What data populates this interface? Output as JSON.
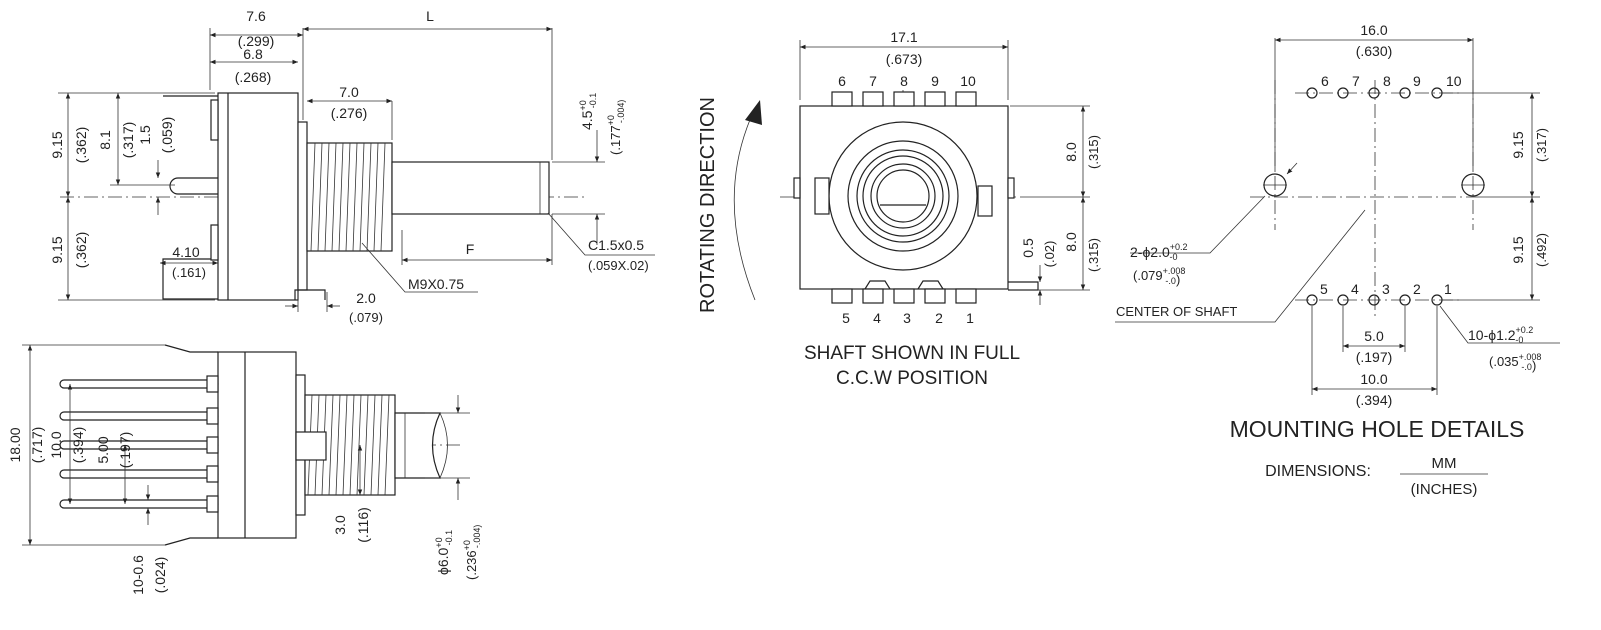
{
  "side_view": {
    "dim_7_6": "7.6",
    "dim_7_6_in": "(.299)",
    "dim_6_8": "6.8",
    "dim_6_8_in": "(.268)",
    "dim_L": "L",
    "dim_7_0": "7.0",
    "dim_7_0_in": "(.276)",
    "dim_9_15_top": "9.15",
    "dim_9_15_top_in": "(.362)",
    "dim_8_1": "8.1",
    "dim_8_1_in": "(.317)",
    "dim_1_5": "1.5",
    "dim_1_5_in": "(.059)",
    "dim_9_15_bot": "9.15",
    "dim_9_15_bot_in": "(.362)",
    "dim_4_10": "4.10",
    "dim_4_10_in": "(.161)",
    "dim_4_5": "4.5",
    "dim_4_5_tol_up": "+0",
    "dim_4_5_tol_dn": "-0.1",
    "dim_4_5_in": "(.177",
    "dim_4_5_in_up": "+0",
    "dim_4_5_in_dn": "-.004)",
    "dim_F": "F",
    "chamfer": "C1.5x0.5",
    "chamfer_in": "(.059X.02)",
    "thread": "M9X0.75",
    "dim_2_0": "2.0",
    "dim_2_0_in": "(.079)"
  },
  "bottom_view": {
    "dim_18": "18.00",
    "dim_18_in": "(.717)",
    "dim_10": "10.0",
    "dim_10_in": "(.394)",
    "dim_5": "5.00",
    "dim_5_in": "(.197)",
    "dim_3": "3.0",
    "dim_3_in": "(.116)",
    "dim_pin": "10-0.6",
    "dim_pin_in": "(.024)",
    "dim_dia": "ϕ6.0",
    "dim_dia_up": "+0",
    "dim_dia_dn": "-0.1",
    "dim_dia_in": "(.236",
    "dim_dia_in_up": "+0",
    "dim_dia_in_dn": "-.004)"
  },
  "front_view": {
    "rotating": "ROTATING DIRECTION",
    "dim_17_1": "17.1",
    "dim_17_1_in": "(.673)",
    "pins_top": [
      "6",
      "7",
      "8",
      "9",
      "10"
    ],
    "pins_bottom": [
      "5",
      "4",
      "3",
      "2",
      "1"
    ],
    "dim_8_top": "8.0",
    "dim_8_top_in": "(.315)",
    "dim_8_bot": "8.0",
    "dim_8_bot_in": "(.315)",
    "dim_0_5": "0.5",
    "dim_0_5_in": "(.02)",
    "caption_1": "SHAFT SHOWN IN FULL",
    "caption_2": "C.C.W POSITION"
  },
  "mounting": {
    "dim_16": "16.0",
    "dim_16_in": "(.630)",
    "pins_top": [
      "6",
      "7",
      "8",
      "9",
      "10"
    ],
    "pins_bottom": [
      "5",
      "4",
      "3",
      "2",
      "1"
    ],
    "dim_9_15_top": "9.15",
    "dim_9_15_top_in": "(.317)",
    "dim_9_15_bot": "9.15",
    "dim_9_15_bot_in": "(.492)",
    "hole_2": "2-ϕ2.0",
    "hole_2_up": "+0.2",
    "hole_2_dn": "-0",
    "hole_2_in": "(.079",
    "hole_2_in_up": "+.008",
    "hole_2_in_dn": "-.0",
    "center_of_shaft": "CENTER OF SHAFT",
    "hole_10": "10-ϕ1.2",
    "hole_10_up": "+0.2",
    "hole_10_dn": "-0",
    "hole_10_in": "(.035",
    "hole_10_in_up": "+.008",
    "hole_10_in_dn": "-.0",
    "dim_5": "5.0",
    "dim_5_in": "(.197)",
    "dim_10": "10.0",
    "dim_10_in": "(.394)",
    "title": "MOUNTING HOLE DETAILS",
    "dimensions_label": "DIMENSIONS:",
    "unit_mm": "MM",
    "unit_in": "(INCHES)"
  }
}
